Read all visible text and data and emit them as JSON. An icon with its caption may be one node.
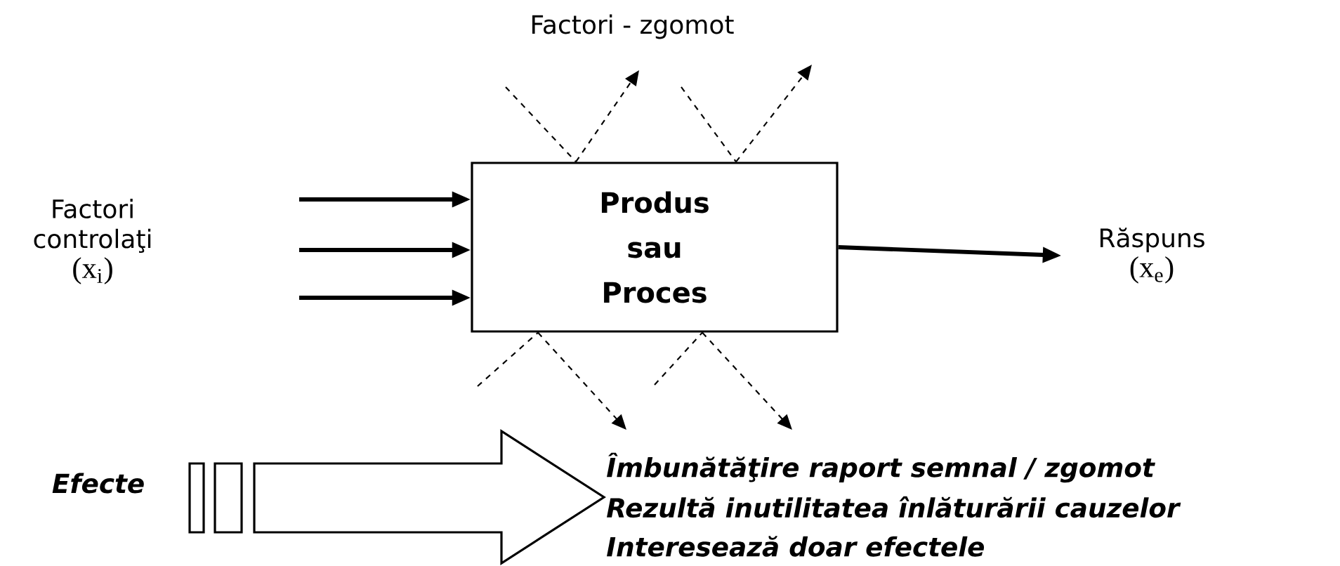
{
  "diagram": {
    "nodes": [
      {
        "text": [
          "**Produs sau Proces**"
        ]
      },
      {
        "text": [
          "Factori controlaţi",
          "(x$_{i}$)"
        ]
      },
      {
        "text": [
          "Răspuns",
          "(x$_{e}$)"
        ]
      }
    ],
    "edges": [
      {
        "from": null,
        "to": 0,
        "arrow": "to",
        "style": "thick"
      },
      {
        "from": null,
        "to": 0,
        "arrow": "to",
        "style": "thick"
      },
      {
        "from": null,
        "to": 0,
        "arrow": "to",
        "style": "thick"
      },
      {
        "from": 0,
        "to": 2,
        "arrow": "to",
        "style": "thick"
      },
      {
        "from": null,
        "to": 0,
        "arrow": "none",
        "style": "dashed"
      },
      {
        "from": 0,
        "to": null,
        "arrow": "to",
        "style": "dashed"
      },
      {
        "from": null,
        "to": 0,
        "arrow": "none",
        "style": "dashed"
      },
      {
        "from": 0,
        "to": null,
        "arrow": "to",
        "style": "dashed"
      },
      {
        "from": null,
        "to": 0,
        "arrow": "none",
        "style": "dashed"
      },
      {
        "from": 0,
        "to": null,
        "arrow": "to",
        "style": "dashed"
      },
      {
        "from": null,
        "to": 0,
        "arrow": "none",
        "style": "dashed"
      },
      {
        "from": 0,
        "to": null,
        "arrow": "to",
        "style": "dashed"
      }
    ],
    "labels": [
      "Factori - zgomot",
      "Efecte",
      "Îmbunătăţire raport semnal / zgomot",
      "Rezultă inutilitatea înlăturării cauzelor",
      "Interesează doar efectele"
    ]
  }
}
